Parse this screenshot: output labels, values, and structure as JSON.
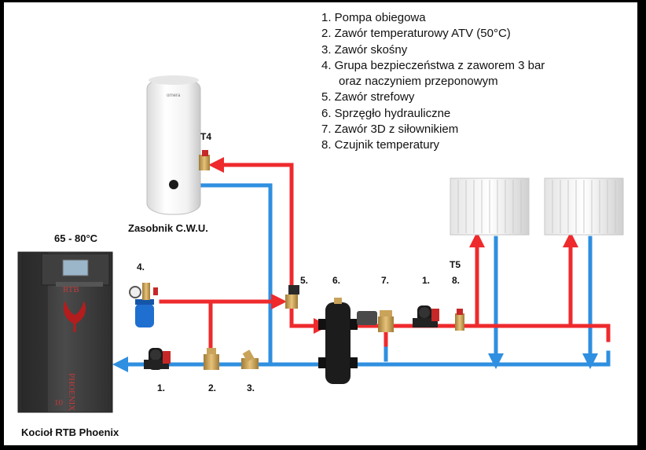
{
  "legend": [
    "1. Pompa obiegowa",
    "2. Zawór temperaturowy ATV (50°C)",
    "3. Zawór skośny",
    "4. Grupa bezpieczeństwa z zaworem 3 bar",
    "oraz naczyniem przeponowym",
    "5. Zawór strefowy",
    "6. Sprzęgło hydrauliczne",
    "7. Zawór 3D z siłownikiem",
    "8. Czujnik temperatury"
  ],
  "labels": {
    "tank": "Zasobnik C.W.U.",
    "boiler": "Kocioł RTB Phoenix",
    "boiler_temp": "65 - 80°C",
    "t4": "T4",
    "t5": "T5",
    "n1_top": "1.",
    "n4": "4.",
    "n5": "5.",
    "n6": "6.",
    "n7": "7.",
    "n8": "8.",
    "n1_bottom": "1.",
    "n2": "2.",
    "n3": "3."
  },
  "boiler_marks": {
    "brand": "RTB",
    "side": "PHOENIX",
    "model": "10"
  },
  "tank_badge": "ornera",
  "colors": {
    "supply": "#ee2a2d",
    "return": "#2f8fe0",
    "boiler_body": "#3a3a3a",
    "separator": "#1c1c1c",
    "brass": "#c9a35a"
  }
}
